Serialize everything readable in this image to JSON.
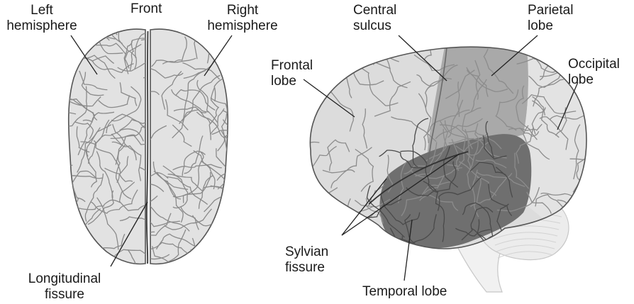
{
  "top_view": {
    "front": "Front",
    "left_hemisphere": [
      "Left",
      "hemisphere"
    ],
    "right_hemisphere": [
      "Right",
      "hemisphere"
    ],
    "longitudinal_fissure": [
      "Longitudinal",
      "fissure"
    ]
  },
  "side_view": {
    "central_sulcus": [
      "Central",
      "sulcus"
    ],
    "parietal_lobe": [
      "Parietal",
      "lobe"
    ],
    "frontal_lobe": [
      "Frontal",
      "lobe"
    ],
    "occipital_lobe": [
      "Occipital",
      "lobe"
    ],
    "sylvian_fissure": [
      "Sylvian",
      "fissure"
    ],
    "temporal_lobe": "Temporal lobe"
  },
  "colors": {
    "frontal": "#dcdcdc",
    "parietal": "#a9a9a9",
    "occipital": "#e3e3e3",
    "temporal": "#6f6f6f",
    "outline": "#555555",
    "cerebellum": "#ececec"
  }
}
